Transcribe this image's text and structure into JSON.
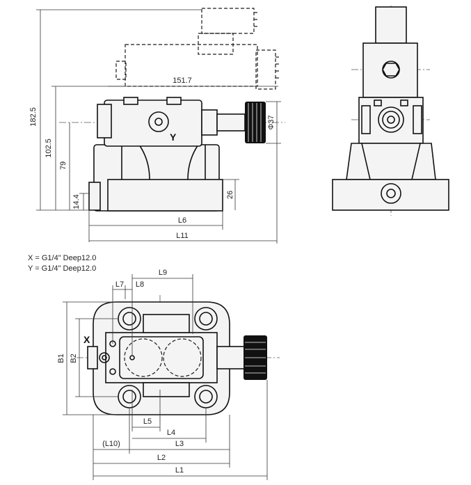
{
  "side_view": {
    "dims": {
      "h_total": "182.5",
      "h_axis": "102.5",
      "h_79": "79",
      "h_14": "14.4",
      "h_26": "26",
      "width_151": "151.7",
      "dia_37": "Φ37",
      "l6": "L6",
      "l11": "L11"
    },
    "port_y": "Y"
  },
  "notes": {
    "x_note": "X = G1/4\" Deep12.0",
    "y_note": "Y = G1/4\" Deep12.0"
  },
  "top_view": {
    "port_x": "X",
    "dims": {
      "l9": "L9",
      "l7": "L7",
      "l8": "L8",
      "b1": "B1",
      "b2": "B2",
      "l5": "L5",
      "l4": "L4",
      "l3": "L3",
      "l10": "(L10)",
      "l2": "L2",
      "l1": "L1"
    }
  }
}
